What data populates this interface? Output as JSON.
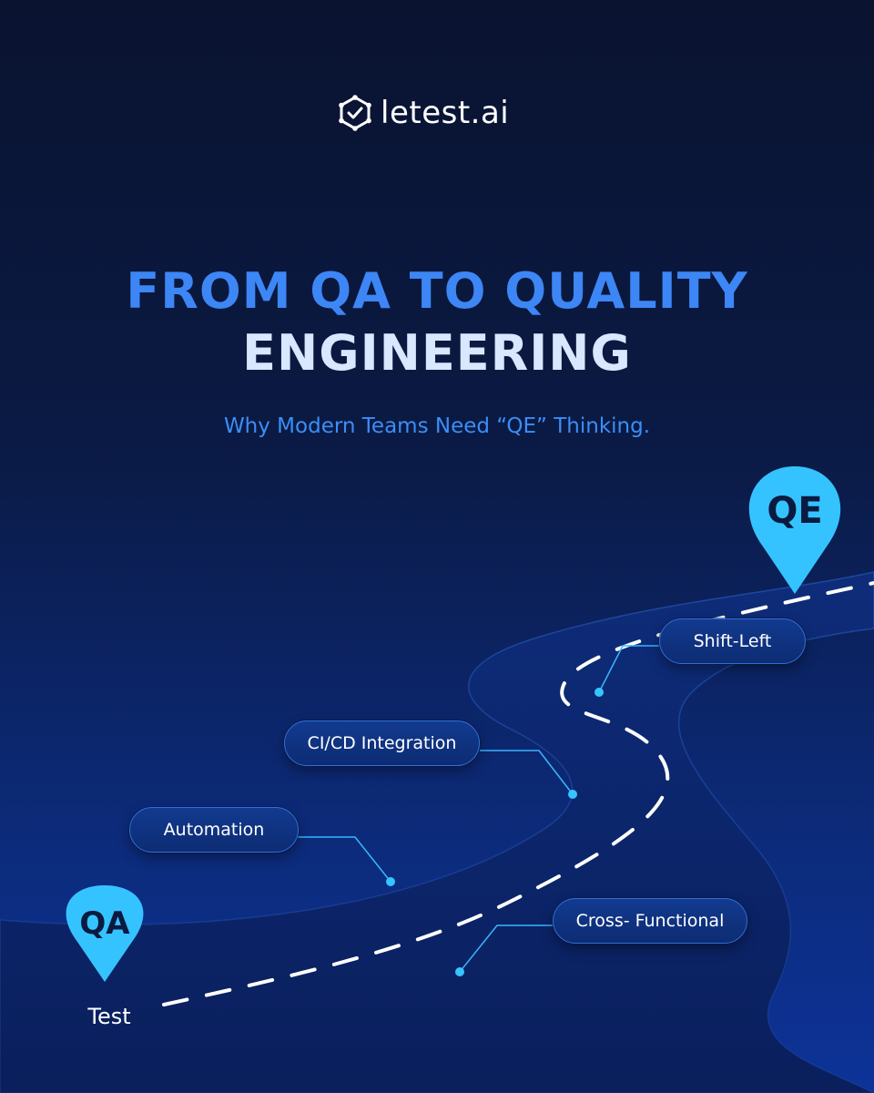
{
  "brand": {
    "name": "letest.ai"
  },
  "headline": {
    "line1": "FROM QA TO QUALITY",
    "line2": "ENGINEERING"
  },
  "subtitle": "Why Modern Teams Need “QE” Thinking.",
  "pins": {
    "start": {
      "label": "QA",
      "caption": "Test"
    },
    "end": {
      "label": "QE"
    }
  },
  "milestones": [
    {
      "label": "Shift-Left"
    },
    {
      "label": "CI/CD Integration"
    },
    {
      "label": "Automation"
    },
    {
      "label": "Cross- Functional"
    }
  ],
  "colors": {
    "accent": "#3d86f5",
    "pin": "#35c3ff",
    "headline_light": "#d9e7ff",
    "road": "#0f2f82",
    "background_top": "#0a1330",
    "background_bottom": "#0d3399"
  }
}
